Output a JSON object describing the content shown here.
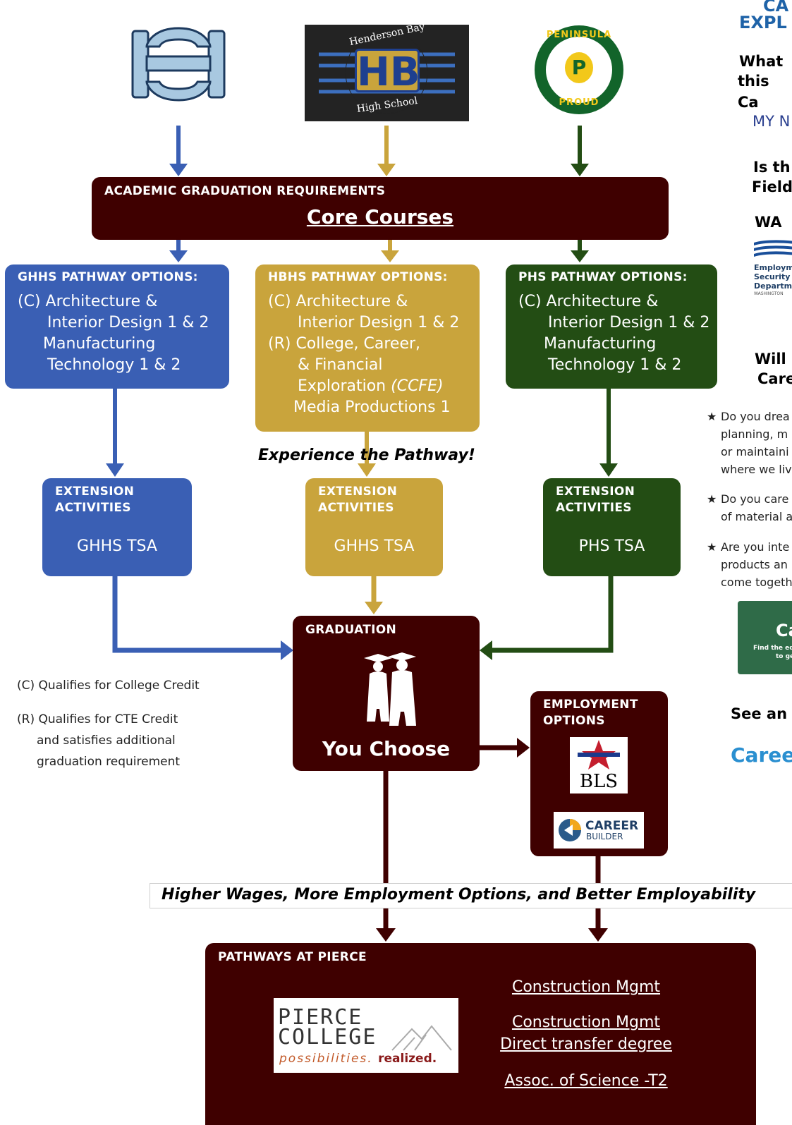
{
  "schools": [
    {
      "name": "GH logo",
      "color": "#3a5fb4"
    },
    {
      "name": "Henderson Bay High School logo",
      "top_text": "Henderson Bay",
      "initials": "HB",
      "bottom_text": "High School",
      "color": "#c9a43c"
    },
    {
      "name": "Peninsula Proud logo",
      "top_text": "PENINSULA",
      "initials": "P",
      "bottom_text": "PROUD",
      "color": "#234d14"
    }
  ],
  "academic": {
    "label": "ACADEMIC GRADUATION REQUIREMENTS",
    "title": "Core Courses"
  },
  "pathways": [
    {
      "header": "GHHS PATHWAY OPTIONS:",
      "lines": [
        "(C) Architecture &",
        "Interior Design 1 & 2",
        "Manufacturing",
        "Technology 1 & 2"
      ]
    },
    {
      "header": "HBHS PATHWAY OPTIONS:",
      "lines": [
        "(C) Architecture &",
        "Interior Design 1 & 2",
        "(R) College, Career,",
        "& Financial",
        "Exploration",
        "(CCFE)",
        "Media Productions 1"
      ]
    },
    {
      "header": "PHS PATHWAY OPTIONS:",
      "lines": [
        "(C) Architecture &",
        "Interior Design 1 & 2",
        "Manufacturing",
        "Technology 1 & 2"
      ]
    }
  ],
  "experience_label": "Experience the Pathway!",
  "extensions": [
    {
      "header_1": "EXTENSION",
      "header_2": "ACTIVITIES",
      "value": "GHHS TSA"
    },
    {
      "header_1": "EXTENSION",
      "header_2": "ACTIVITIES",
      "value": "GHHS TSA"
    },
    {
      "header_1": "EXTENSION",
      "header_2": "ACTIVITIES",
      "value": "PHS TSA"
    }
  ],
  "graduation": {
    "header": "GRADUATION",
    "title": "You Choose"
  },
  "legend": {
    "c_line": "(C) Qualifies for College Credit",
    "r_line_1": "(R) Qualifies for CTE Credit",
    "r_line_2": "and satisfies additional",
    "r_line_3": "graduation requirement"
  },
  "employment": {
    "header_1": "EMPLOYMENT",
    "header_2": "OPTIONS",
    "bls": "BLS",
    "career_builder_1": "CAREER",
    "career_builder_2": "BUILDER"
  },
  "wages_banner": "Higher Wages, More Employment Options, and Better Employability",
  "pierce": {
    "header": "PATHWAYS AT PIERCE",
    "logo_line_1": "PIERCE",
    "logo_line_2": "COLLEGE",
    "logo_tag_1": "possibilities.",
    "logo_tag_2": "realized.",
    "links": [
      "Construction Mgmt",
      "Construction Mgmt",
      "Direct transfer degree",
      "Assoc. of Science -T2"
    ]
  },
  "right_panel": {
    "title_1": "CA",
    "title_2": "EXPL",
    "q1_1": "What",
    "q1_2": "this Ca",
    "my_n": "MY N",
    "q2_1": "Is th",
    "q2_2": "Field",
    "wa": "WA",
    "esd_1": "Employm",
    "esd_2": "Security",
    "esd_3": "Departm",
    "esd_4": "WASHINGTON",
    "q3_1": "Will",
    "q3_2": "Care",
    "bullets": [
      [
        "Do you drea",
        "planning, m",
        "or maintaini",
        "where we liv"
      ],
      [
        "Do you care",
        "of material a"
      ],
      [
        "Are you inte",
        "products an",
        "come togeth"
      ]
    ],
    "badge_text": "Ca",
    "badge_sub_1": "Find the edu",
    "badge_sub_2": "to ge",
    "see_an": "See an",
    "caree": "Caree"
  }
}
